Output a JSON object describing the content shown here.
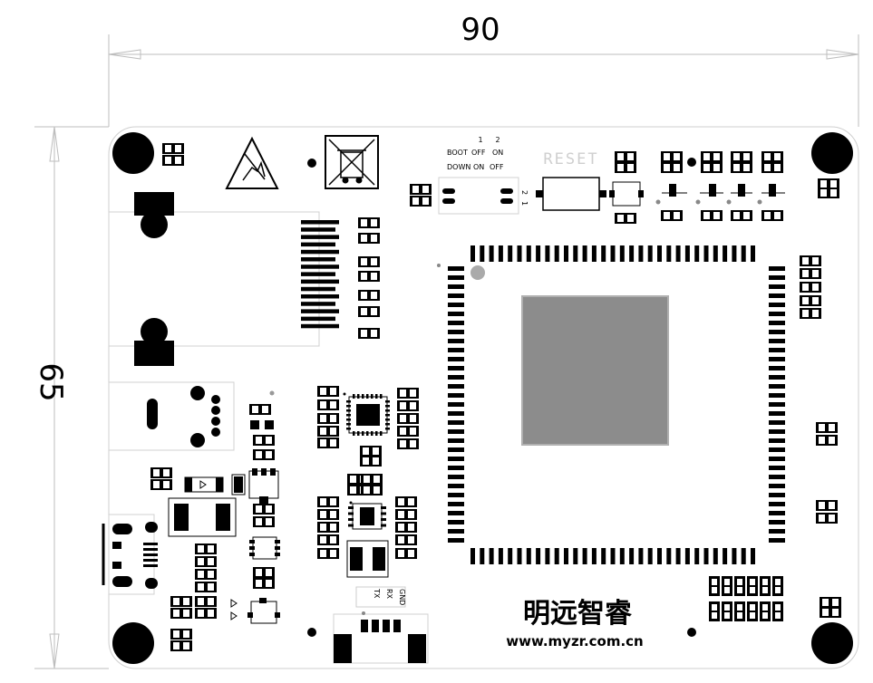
{
  "dimensions": {
    "width_label": "90",
    "height_label": "65"
  },
  "boot_table": {
    "col1": "1",
    "col2": "2",
    "row1_label": "BOOT",
    "row1_v1": "OFF",
    "row1_v2": "ON",
    "row2_label": "DOWN",
    "row2_v1": "ON",
    "row2_v2": "OFF"
  },
  "switch_pins": {
    "pin2": "2",
    "pin1": "1"
  },
  "reset_label": "RESET",
  "serial_labels": {
    "tx": "TX",
    "rx": "RX",
    "gnd": "GND"
  },
  "brand": {
    "name": "明远智睿",
    "url": "www.myzr.com.cn"
  },
  "colors": {
    "chip_fill": "#8c8c8c",
    "chip_border": "#b0b0b0",
    "outline": "#cfcfcf",
    "ink": "#000000"
  }
}
